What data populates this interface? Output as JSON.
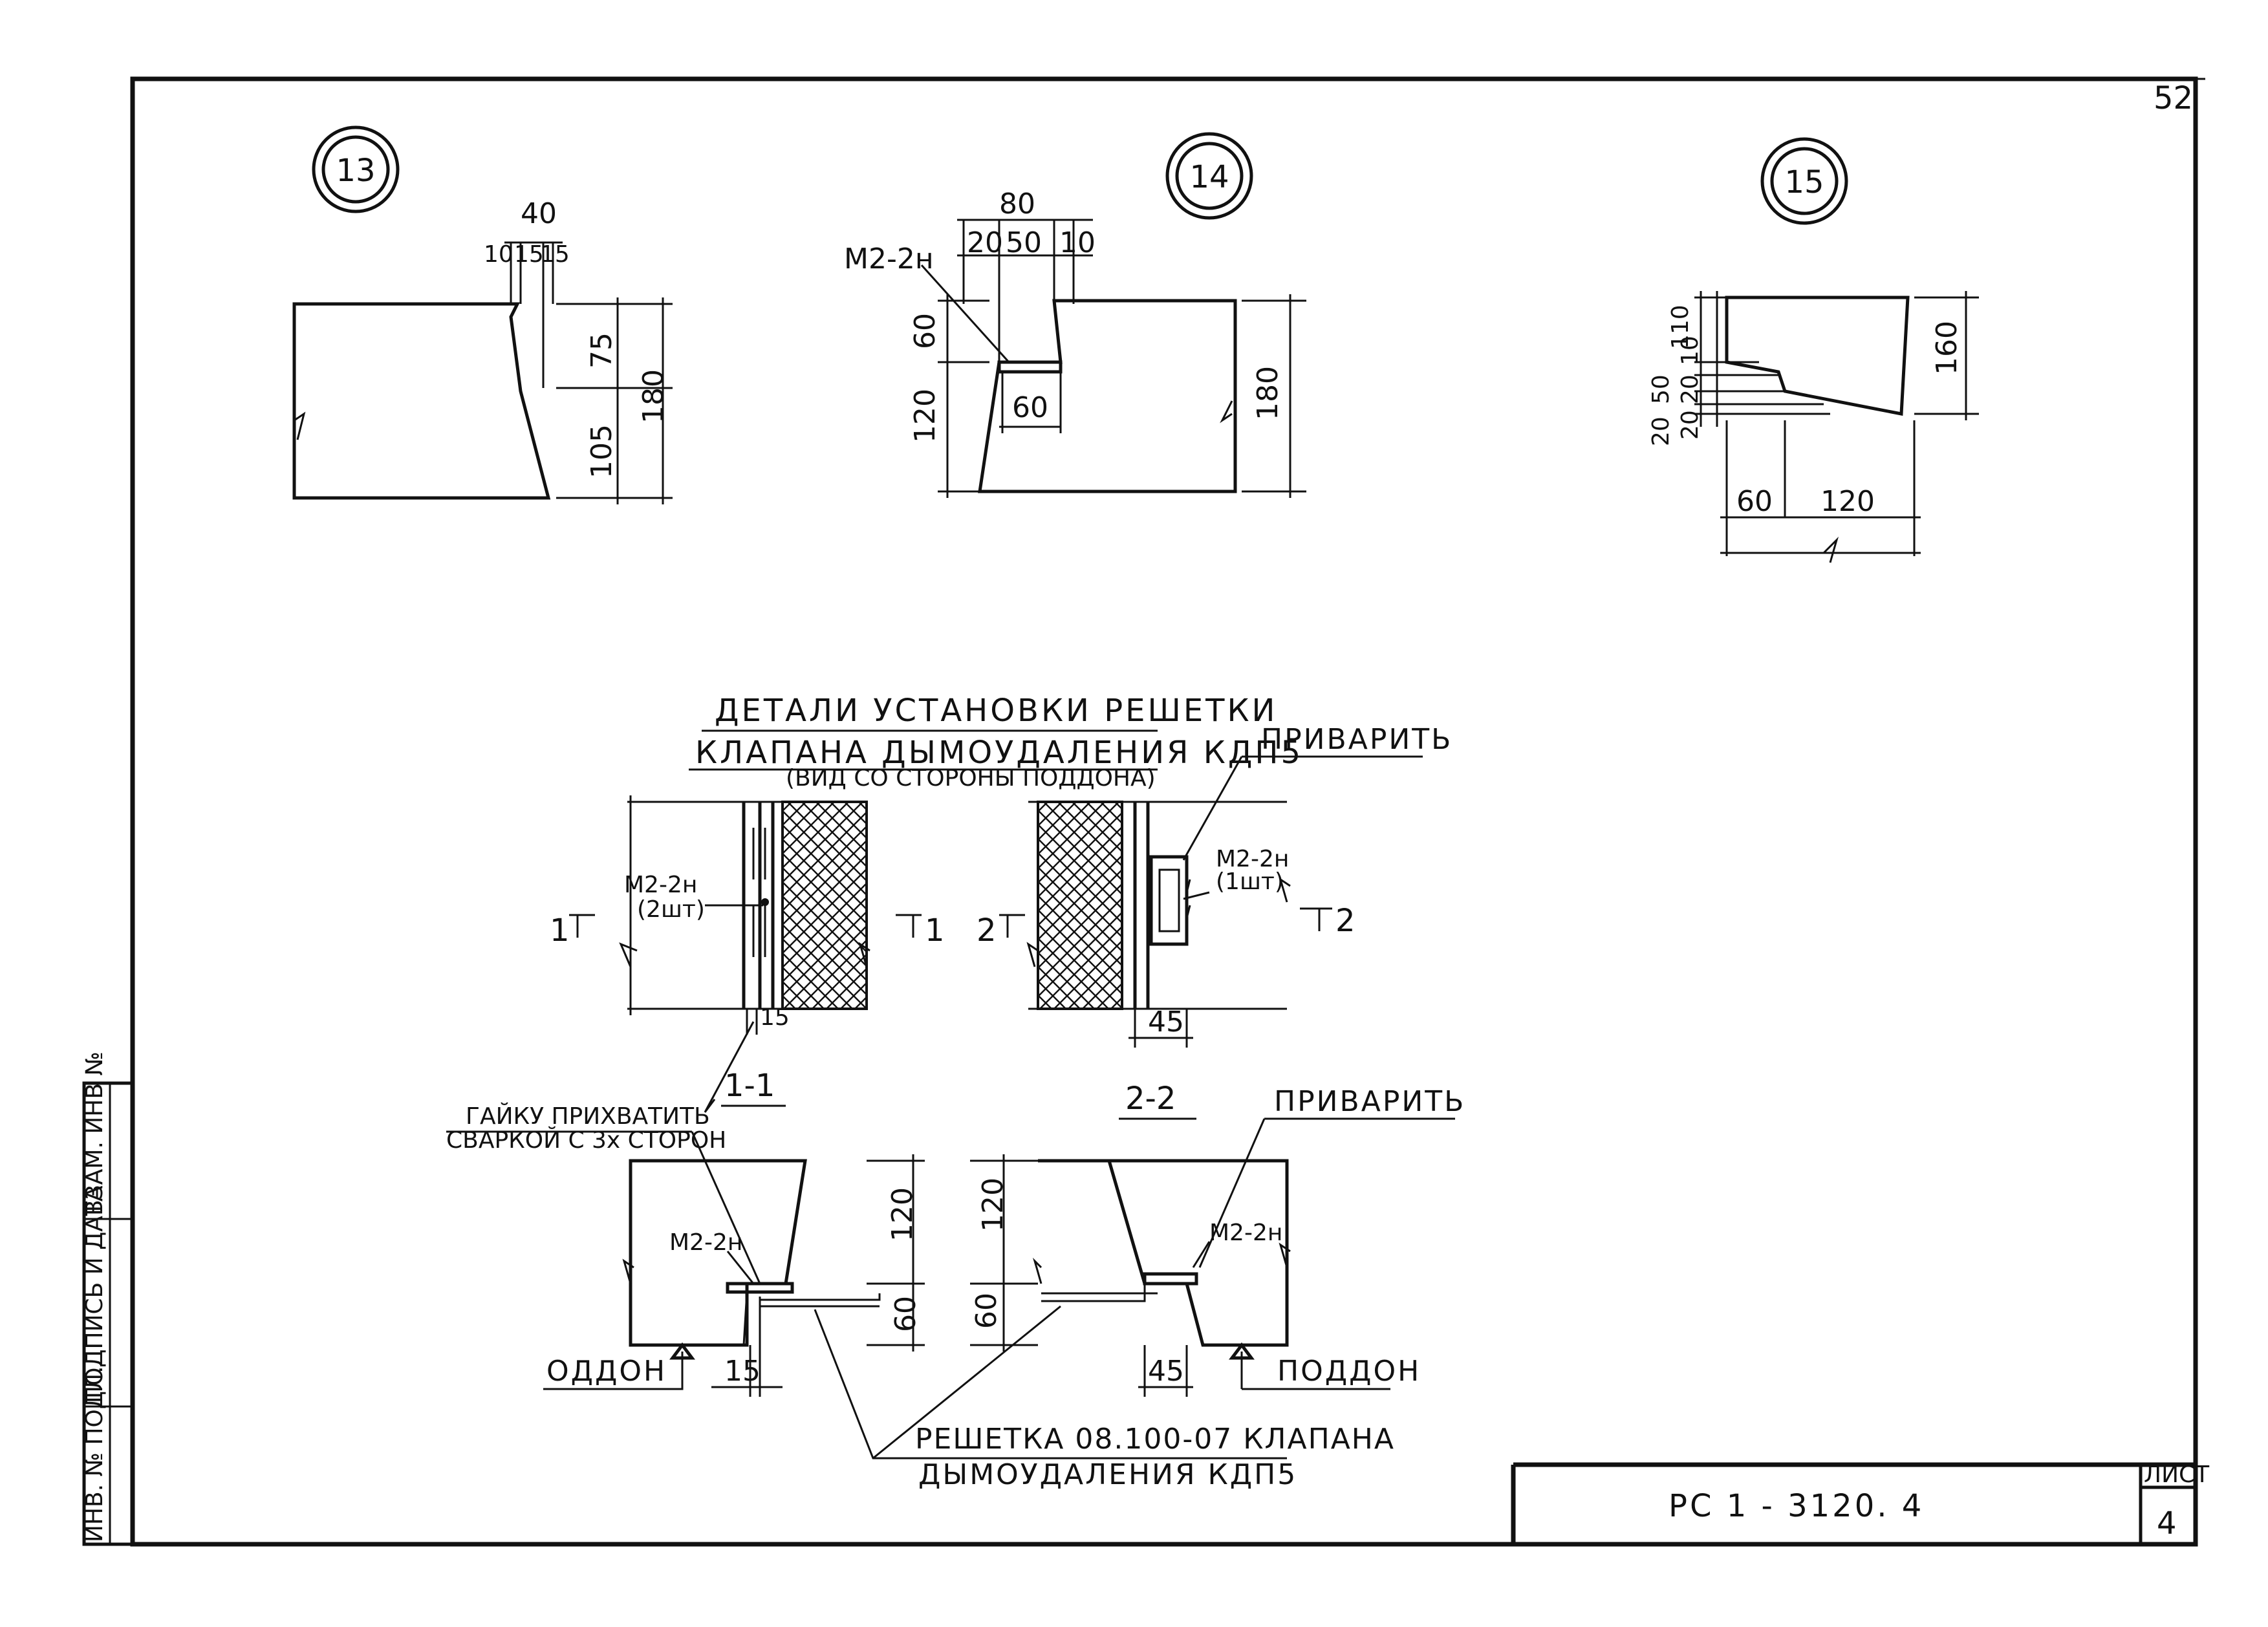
{
  "sheet_number": "52",
  "details": {
    "d13": {
      "marker": "13",
      "dims": {
        "top_total": "40",
        "top_a": "10",
        "top_b": "15",
        "top_c": "15",
        "r_a": "75",
        "r_b": "105",
        "r_total": "180"
      }
    },
    "d14": {
      "marker": "14",
      "label": "М2-2н",
      "dims": {
        "top_total": "80",
        "top_a": "20",
        "top_b": "50",
        "top_c": "10",
        "l_a": "60",
        "l_b": "120",
        "inner": "60",
        "r_total": "180"
      }
    },
    "d15": {
      "marker": "15",
      "dims": {
        "l_110": "110",
        "l_50": "50",
        "l_10": "10",
        "l_20a": "20",
        "l_20b": "20",
        "l_20c": "20",
        "r_total": "160",
        "b_a": "60",
        "b_b": "120"
      }
    }
  },
  "main": {
    "title_line1": "ДЕТАЛИ УСТАНОВКИ РЕШЕТКИ",
    "title_line2": "КЛАПАНА ДЫМОУДАЛЕНИЯ КДП5",
    "title_sub": "(ВИД СО СТОРОНЫ ПОДДОНА)",
    "weld_note_1": "ПРИВАРИТЬ",
    "view_left": {
      "label": "М2-2н",
      "qty": "(2шт)",
      "cut_left": "1",
      "cut_right": "1",
      "dim_bottom": "15"
    },
    "view_right": {
      "label": "М2-2н",
      "qty": "(1шт)",
      "cut_left": "2",
      "cut_right": "2",
      "dim_bottom": "45"
    },
    "section_11": {
      "title": "1-1",
      "note_line1": "ГАЙКУ ПРИХВАТИТЬ",
      "note_line2": "СВАРКОЙ С 3х СТОРОН",
      "label": "М2-2н",
      "dim_a": "120",
      "dim_b": "60",
      "dim_bottom": "15",
      "side_label": "ОДДОН"
    },
    "section_22": {
      "title": "2-2",
      "weld_note": "ПРИВАРИТЬ",
      "label": "М2-2н",
      "dim_a": "120",
      "dim_b": "60",
      "dim_bottom": "45",
      "side_label": "ПОДДОН"
    },
    "callout_line1": "РЕШЕТКА 08.100-07 КЛАПАНА",
    "callout_line2": "ДЫМОУДАЛЕНИЯ КДП5"
  },
  "side_stamp": [
    "ИНВ. № ПОДЛ.",
    "ПОДПИСЬ И ДАТА",
    "ВЗАМ. ИНВ №"
  ],
  "title_block": {
    "code": "РС 1 - 3120. 4",
    "sheet_label": "ЛИСТ",
    "sheet_value": "4"
  }
}
